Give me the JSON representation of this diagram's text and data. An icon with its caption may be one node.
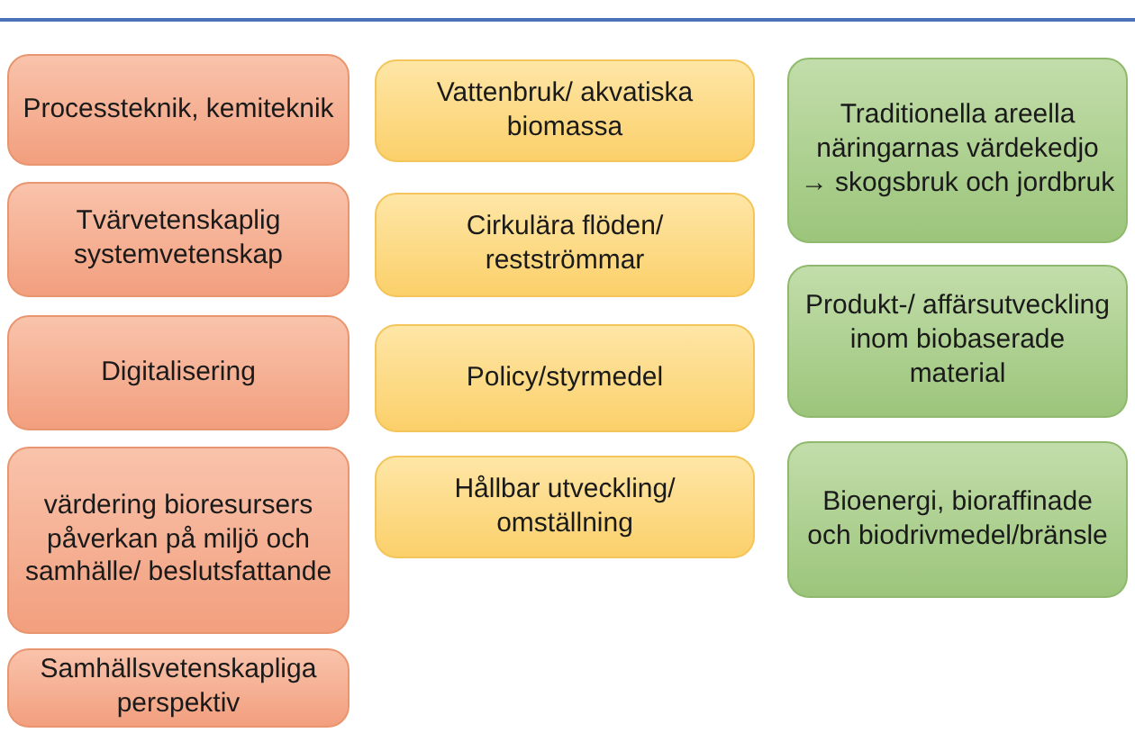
{
  "diagram": {
    "nodes": [
      {
        "text": [
          "Processteknik, kemiteknik"
        ]
      },
      {
        "text": [
          "Tvärvetenskaplig systemvetenskap"
        ]
      },
      {
        "text": [
          "Digitalisering"
        ]
      },
      {
        "text": [
          "värdering bioresursers påverkan på miljö och samhälle/ beslutsfattande"
        ]
      },
      {
        "text": [
          "Samhällsvetenskapliga perspektiv"
        ]
      },
      {
        "text": [
          "Vattenbruk/ akvatiska biomassa"
        ]
      },
      {
        "text": [
          "Cirkulära flöden/ restströmmar"
        ]
      },
      {
        "text": [
          "Policy/styrmedel"
        ]
      },
      {
        "text": [
          "Hållbar utveckling/ omställning"
        ]
      },
      {
        "text": [
          "Traditionella areella näringarnas värdekedjo → skogsbruk och jordbruk"
        ]
      },
      {
        "text": [
          "Produkt-/ affärsutveckling inom biobaserade material"
        ]
      },
      {
        "text": [
          "Bioenergi, bioraffinade och biodrivmedel/bränsle"
        ]
      }
    ]
  }
}
